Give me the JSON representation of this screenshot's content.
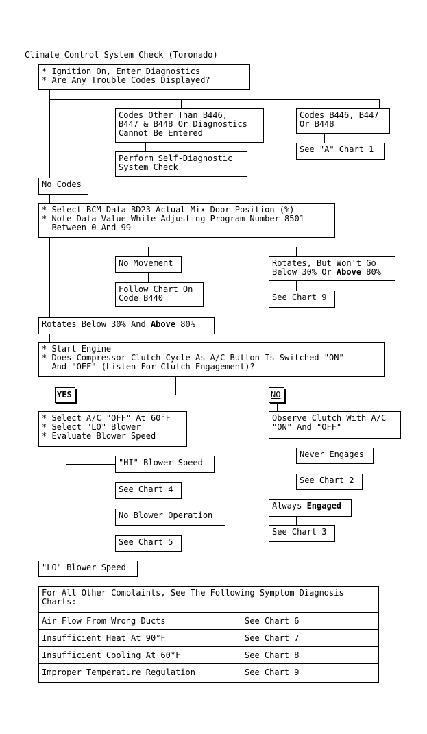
{
  "title": "Climate Control System Check (Toronado)",
  "nodes": {
    "step1": [
      "* Ignition On, Enter Diagnostics",
      "* Are Any Trouble Codes Displayed?"
    ],
    "codes_other": [
      "Codes Other Than B446,",
      "B447 & B448 Or Diagnostics",
      "Cannot Be Entered"
    ],
    "codes_b446": [
      "Codes B446, B447",
      "Or B448"
    ],
    "see_a_chart1": "See \"A\" Chart 1",
    "perform_self": [
      "Perform Self-Diagnostic",
      "System Check"
    ],
    "no_codes": "No Codes",
    "step2": [
      "* Select BCM Data BD23 Actual Mix Door Position (%)",
      "* Note Data Value While Adjusting Program Number 8501",
      "  Between 0 And 99"
    ],
    "no_movement": "No Movement",
    "rotates_wont": {
      "line1": "Rotates, But Won't Go",
      "below": "Below",
      "mid": " 30% Or ",
      "above": "Above",
      "tail": " 80%"
    },
    "follow_chart": [
      "Follow Chart On",
      "Code B440"
    ],
    "see_chart9_a": "See Chart 9",
    "rotates_below": {
      "pre": "Rotates ",
      "below": "Below",
      "mid": " 30% And ",
      "above": "Above",
      "tail": " 80%"
    },
    "step3": [
      "* Start Engine",
      "* Does Compressor Clutch Cycle As A/C Button Is Switched \"ON\"",
      "  And \"OFF\" (Listen For Clutch Engagement)?"
    ],
    "yes": "YES",
    "no": "NO",
    "select_ac": [
      "* Select A/C \"OFF\" At 60°F",
      "* Select \"LO\" Blower",
      "* Evaluate Blower Speed"
    ],
    "observe_clutch": [
      "Observe Clutch With A/C",
      "\"ON\" And \"OFF\""
    ],
    "hi_blower": "\"HI\" Blower Speed",
    "never_engages": "Never Engages",
    "see_chart4": "See Chart 4",
    "see_chart2": "See Chart 2",
    "always_engaged": {
      "pre": "Always ",
      "bold": "Engaged"
    },
    "no_blower": "No Blower Operation",
    "see_chart3": "See Chart 3",
    "see_chart5": "See Chart 5",
    "lo_blower": "\"LO\" Blower Speed"
  },
  "symptom_table": {
    "header": [
      "For All Other Complaints, See The Following Symptom Diagnosis",
      "Charts:"
    ],
    "rows": [
      {
        "complaint": "Air Flow From Wrong Ducts",
        "chart": "See Chart 6"
      },
      {
        "complaint": "Insufficient Heat At 90°F",
        "chart": "See Chart 7"
      },
      {
        "complaint": "Insufficient Cooling At 60°F",
        "chart": "See Chart 8"
      },
      {
        "complaint": "Improper Temperature Regulation",
        "chart": "See Chart 9"
      }
    ]
  }
}
